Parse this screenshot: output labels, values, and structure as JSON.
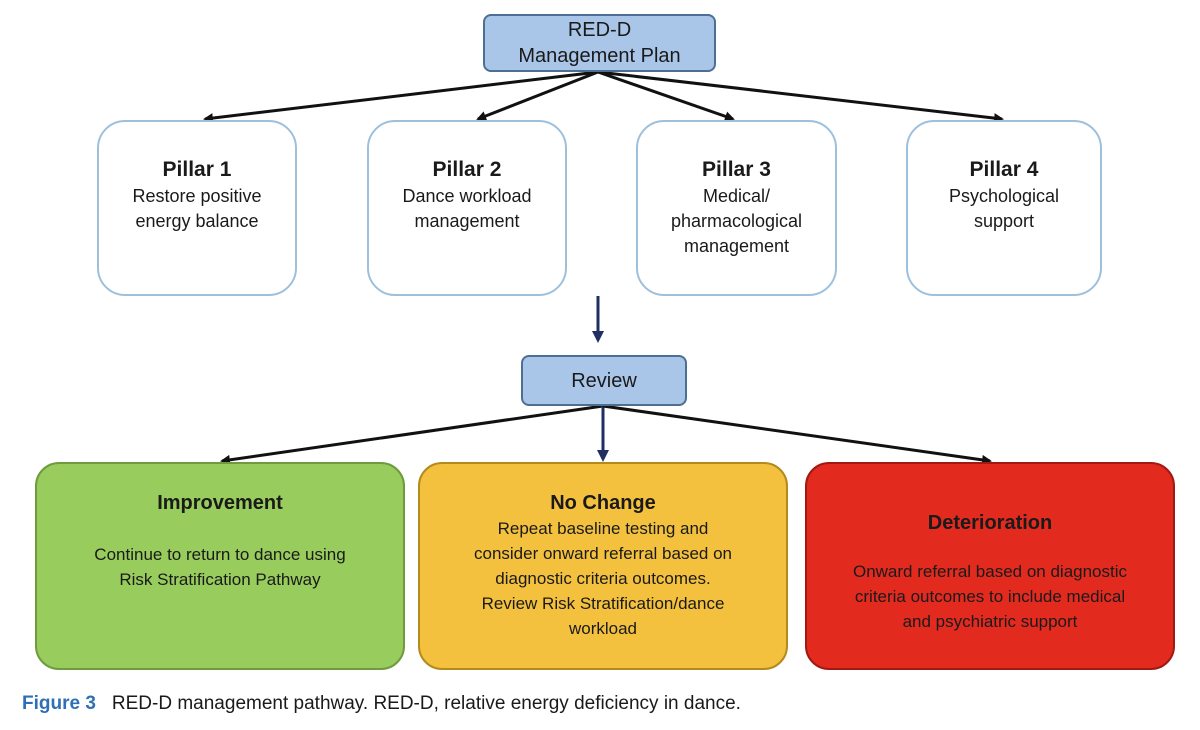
{
  "top": {
    "line1": "RED-D",
    "line2": "Management Plan"
  },
  "pillars": [
    {
      "title": "Pillar 1",
      "lines": [
        "Restore positive",
        "energy balance"
      ]
    },
    {
      "title": "Pillar 2",
      "lines": [
        "Dance workload",
        "management"
      ]
    },
    {
      "title": "Pillar 3",
      "lines": [
        "Medical/",
        "pharmacological",
        "management"
      ]
    },
    {
      "title": "Pillar 4",
      "lines": [
        "Psychological",
        "support"
      ]
    }
  ],
  "review": {
    "label": "Review"
  },
  "outcomes": [
    {
      "title": "Improvement",
      "lines": [
        "Continue to return to dance using",
        "Risk Stratification Pathway"
      ]
    },
    {
      "title": "No Change",
      "lines": [
        "Repeat baseline testing and",
        "consider onward referral based on",
        "diagnostic criteria outcomes.",
        "Review Risk Stratification/dance",
        "workload"
      ]
    },
    {
      "title": "Deterioration",
      "lines": [
        "Onward referral based on diagnostic",
        "criteria outcomes to include medical",
        "and psychiatric support"
      ]
    }
  ],
  "caption": {
    "label": "Figure 3",
    "text": "RED-D management pathway. RED-D, relative energy deficiency in dance."
  },
  "colors": {
    "blue_box": "#a9c6e8",
    "improvement": "#98cc5c",
    "no_change": "#f4c13f",
    "deterioration": "#e32a1f",
    "figure_label": "#2e6fb7",
    "arrow_dark": "#111111",
    "arrow_navy": "#1f2f63"
  }
}
